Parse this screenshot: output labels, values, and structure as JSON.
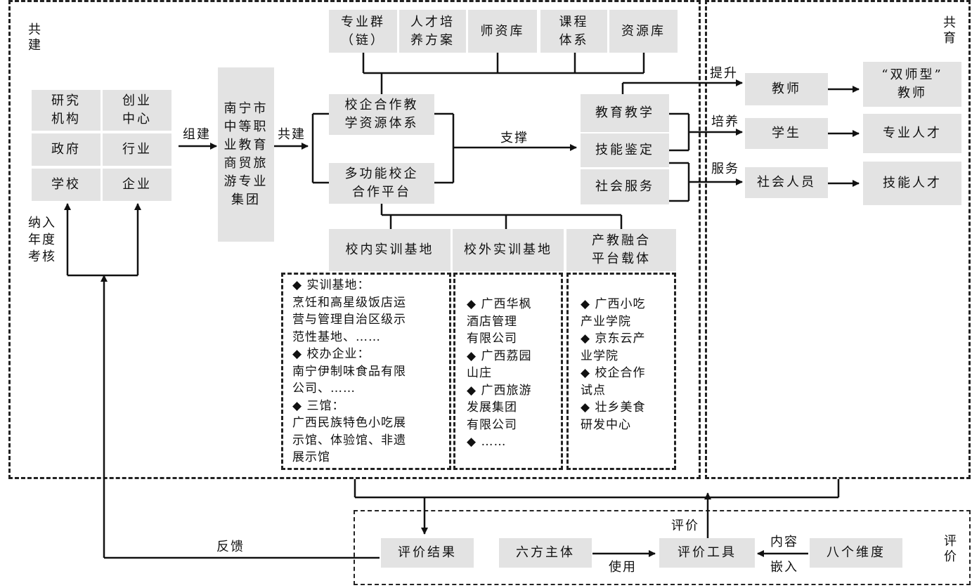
{
  "regions": {
    "left_label": "共建",
    "right_label": "共育",
    "bottom_label": "评价"
  },
  "participants": {
    "research": "研究\n机构",
    "startup": "创业\n中心",
    "government": "政府",
    "industry": "行业",
    "school": "学校",
    "enterprise": "企业"
  },
  "group": "南宁市\n中等职\n业教育\n商贸旅\n游专业\n集团",
  "top_resources": [
    "专业群\n（链）",
    "人才培\n养方案",
    "师资库",
    "课程\n体系",
    "资源库"
  ],
  "center": {
    "resource_system": "校企合作教\n学资源体系",
    "platform": "多功能校企\n合作平台"
  },
  "functions": [
    "教育教学",
    "技能鉴定",
    "社会服务"
  ],
  "bases": {
    "inner": "校内实训基地",
    "outer": "校外实训基地",
    "carrier": "产教融合\n平台载体"
  },
  "base_details": {
    "inner": "◆ 实训基地：\n烹饪和高星级饭店运\n营与管理自治区级示\n范性基地、……\n◆ 校办企业：\n南宁伊制味食品有限\n公司、……\n◆ 三馆：\n广西民族特色小吃展\n示馆、体验馆、非遗\n展示馆",
    "outer": "◆ 广西华枫\n   酒店管理\n   有限公司\n◆ 广西荔园\n   山庄\n◆ 广西旅游\n   发展集团\n   有限公司\n◆ ……",
    "carrier": "◆ 广西小吃\n   产业学院\n◆ 京东云产\n   业学院\n◆ 校企合作\n   试点\n◆ 壮乡美食\n   研发中心"
  },
  "people": [
    "教师",
    "学生",
    "社会人员"
  ],
  "outcomes": [
    "“双师型”\n教师",
    "专业人才",
    "技能人才"
  ],
  "evaluation": {
    "result": "评价结果",
    "subjects": "六方主体",
    "tool": "评价工具",
    "dimensions": "八个维度"
  },
  "edge_labels": {
    "form": "组建",
    "cobuild": "共建",
    "support": "支撑",
    "improve": "提升",
    "cultivate": "培养",
    "serve": "服务",
    "feedback": "反馈",
    "use": "使用",
    "content": "内容",
    "embed": "嵌入",
    "evaluate": "评价",
    "annual": "纳入年度考核"
  }
}
